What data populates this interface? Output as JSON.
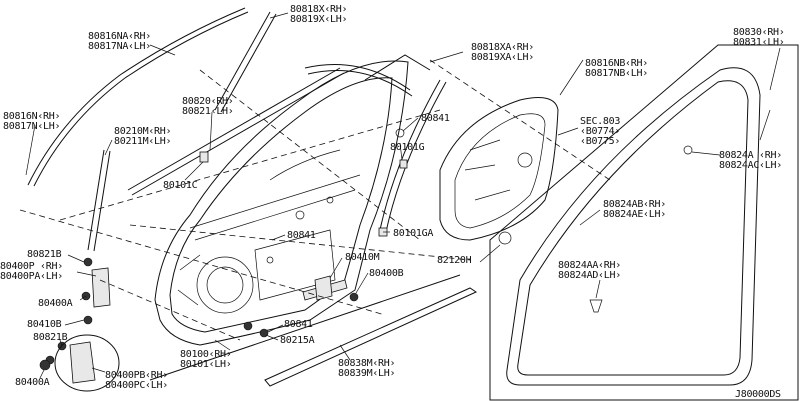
{
  "labels": {
    "l_80818x": [
      "80818X‹RH›",
      "80819X‹LH›"
    ],
    "l_80816na": [
      "80816NA‹RH›",
      "80817NA‹LH›"
    ],
    "l_80818xa": [
      "80818XA‹RH›",
      "80819XA‹LH›"
    ],
    "l_80816nb": [
      "80816NB‹RH›",
      "80817NB‹LH›"
    ],
    "l_80830": [
      "80830‹RH›",
      "80831‹LH›"
    ],
    "l_80816n": [
      "80816N‹RH›",
      "80817N‹LH›"
    ],
    "l_80820": [
      "80820‹RH›",
      "80821‹LH›"
    ],
    "l_80841_top": [
      "80841"
    ],
    "l_sec803": [
      "SEC.803",
      "‹B0774›",
      "‹B0775›"
    ],
    "l_80210m": [
      "80210M‹RH›",
      "80211M‹LH›"
    ],
    "l_80101g": [
      "80101G"
    ],
    "l_80824a": [
      "80824A ‹RH›",
      "80824AC‹LH›"
    ],
    "l_80101c": [
      "80101C"
    ],
    "l_80824ab": [
      "80824AB‹RH›",
      "80824AE‹LH›"
    ],
    "l_80101ga": [
      "80101GA"
    ],
    "l_80841_mid": [
      "80841"
    ],
    "l_80821b_top": [
      "80821B"
    ],
    "l_80400p": [
      "80400P ‹RH›",
      "80400PA‹LH›"
    ],
    "l_80410m": [
      "80410M"
    ],
    "l_82120h": [
      "82120H"
    ],
    "l_80824aa": [
      "80824AA‹RH›",
      "80824AD‹LH›"
    ],
    "l_80400b": [
      "80400B"
    ],
    "l_80400a_top": [
      "80400A"
    ],
    "l_80410b": [
      "80410B"
    ],
    "l_80841_bot": [
      "80841"
    ],
    "l_80821b_bot": [
      "80821B"
    ],
    "l_80215a": [
      "80215A"
    ],
    "l_80100": [
      "80100‹RH›",
      "80101‹LH›"
    ],
    "l_80838m": [
      "80838M‹RH›",
      "80839M‹LH›"
    ],
    "l_80400pb": [
      "80400PB‹RH›",
      "80400PC‹LH›"
    ],
    "l_80400a_bot": [
      "80400A"
    ],
    "l_code": [
      "J80000DS"
    ]
  }
}
